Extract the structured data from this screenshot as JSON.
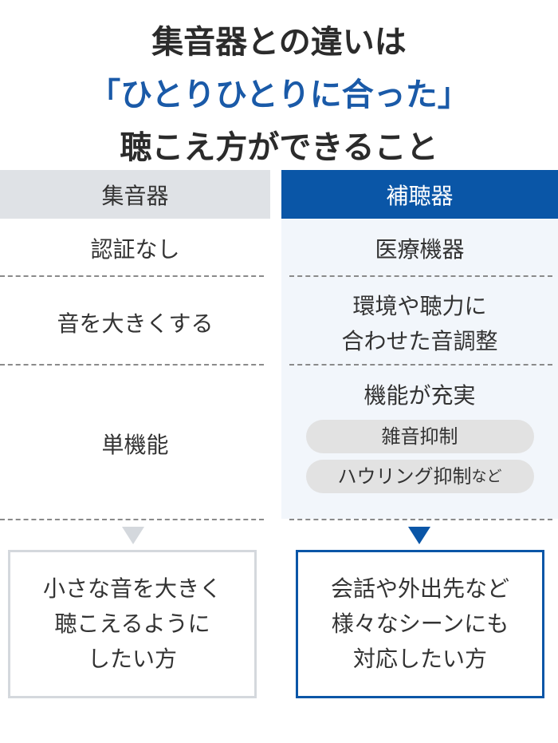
{
  "title": {
    "line1": "集音器との違いは",
    "line2": "「ひとりひとりに合った」",
    "line3": "聴こえ方ができること"
  },
  "columns": {
    "left_header": "集音器",
    "right_header": "補聴器"
  },
  "rows": {
    "row1": {
      "left": "認証なし",
      "right": "医療機器"
    },
    "row2": {
      "left": "音を大きくする",
      "right_line1": "環境や聴力に",
      "right_line2": "合わせた音調整"
    },
    "row3": {
      "left": "単機能",
      "right": "機能が充実",
      "tag1": "雑音抑制",
      "tag2_main": "ハウリング抑制",
      "tag2_suffix": "など"
    }
  },
  "recommend": {
    "left_line1": "小さな音を大きく",
    "left_line2": "聴こえるように",
    "left_line3": "したい方",
    "right_line1": "会話や外出先など",
    "right_line2": "様々なシーンにも",
    "right_line3": "対応したい方"
  },
  "colors": {
    "accent": "#0a56a7",
    "header_gray": "#dfe2e6",
    "right_bg": "#f2f6fb"
  }
}
